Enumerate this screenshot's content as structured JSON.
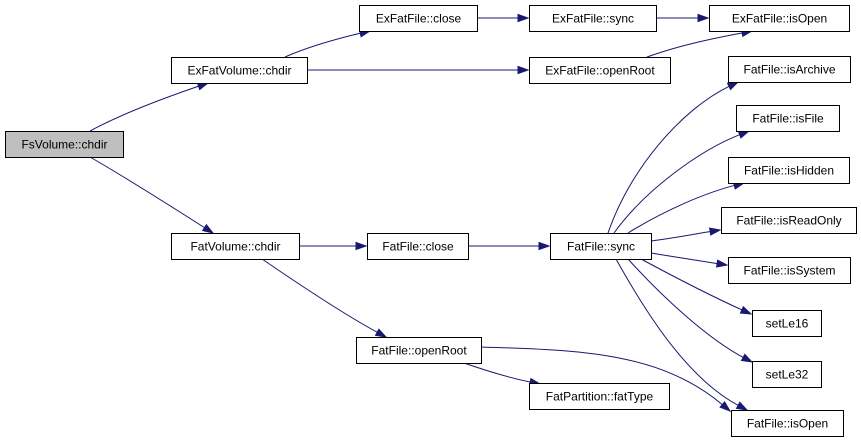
{
  "graph": {
    "colors": {
      "edge": "#191970",
      "root_fill": "#bfbfbf",
      "node_fill": "#ffffff",
      "border": "#000000"
    },
    "nodes": [
      {
        "id": "fsvolume-chdir",
        "label": "FsVolume::chdir",
        "root": true
      },
      {
        "id": "exfatvolume-chdir",
        "label": "ExFatVolume::chdir"
      },
      {
        "id": "fatvolume-chdir",
        "label": "FatVolume::chdir"
      },
      {
        "id": "exfatfile-close",
        "label": "ExFatFile::close"
      },
      {
        "id": "exfatfile-sync",
        "label": "ExFatFile::sync"
      },
      {
        "id": "exfatfile-isopen",
        "label": "ExFatFile::isOpen"
      },
      {
        "id": "exfatfile-openroot",
        "label": "ExFatFile::openRoot"
      },
      {
        "id": "fatfile-close",
        "label": "FatFile::close"
      },
      {
        "id": "fatfile-sync",
        "label": "FatFile::sync"
      },
      {
        "id": "fatfile-openroot",
        "label": "FatFile::openRoot"
      },
      {
        "id": "fatpartition-fattype",
        "label": "FatPartition::fatType"
      },
      {
        "id": "fatfile-isarchive",
        "label": "FatFile::isArchive"
      },
      {
        "id": "fatfile-isfile",
        "label": "FatFile::isFile"
      },
      {
        "id": "fatfile-ishidden",
        "label": "FatFile::isHidden"
      },
      {
        "id": "fatfile-isreadonly",
        "label": "FatFile::isReadOnly"
      },
      {
        "id": "fatfile-issystem",
        "label": "FatFile::isSystem"
      },
      {
        "id": "setle16",
        "label": "setLe16"
      },
      {
        "id": "setle32",
        "label": "setLe32"
      },
      {
        "id": "fatfile-isopen",
        "label": "FatFile::isOpen"
      }
    ],
    "edges": [
      {
        "from": "fsvolume-chdir",
        "to": "exfatvolume-chdir"
      },
      {
        "from": "fsvolume-chdir",
        "to": "fatvolume-chdir"
      },
      {
        "from": "exfatvolume-chdir",
        "to": "exfatfile-close"
      },
      {
        "from": "exfatvolume-chdir",
        "to": "exfatfile-openroot"
      },
      {
        "from": "exfatfile-close",
        "to": "exfatfile-sync"
      },
      {
        "from": "exfatfile-sync",
        "to": "exfatfile-isopen"
      },
      {
        "from": "exfatfile-openroot",
        "to": "exfatfile-isopen"
      },
      {
        "from": "fatvolume-chdir",
        "to": "fatfile-close"
      },
      {
        "from": "fatvolume-chdir",
        "to": "fatfile-openroot"
      },
      {
        "from": "fatfile-close",
        "to": "fatfile-sync"
      },
      {
        "from": "fatfile-sync",
        "to": "fatfile-isarchive"
      },
      {
        "from": "fatfile-sync",
        "to": "fatfile-isfile"
      },
      {
        "from": "fatfile-sync",
        "to": "fatfile-ishidden"
      },
      {
        "from": "fatfile-sync",
        "to": "fatfile-isreadonly"
      },
      {
        "from": "fatfile-sync",
        "to": "fatfile-issystem"
      },
      {
        "from": "fatfile-sync",
        "to": "setle16"
      },
      {
        "from": "fatfile-sync",
        "to": "setle32"
      },
      {
        "from": "fatfile-sync",
        "to": "fatfile-isopen"
      },
      {
        "from": "fatfile-openroot",
        "to": "fatpartition-fattype"
      },
      {
        "from": "fatfile-openroot",
        "to": "fatfile-isopen"
      }
    ]
  }
}
